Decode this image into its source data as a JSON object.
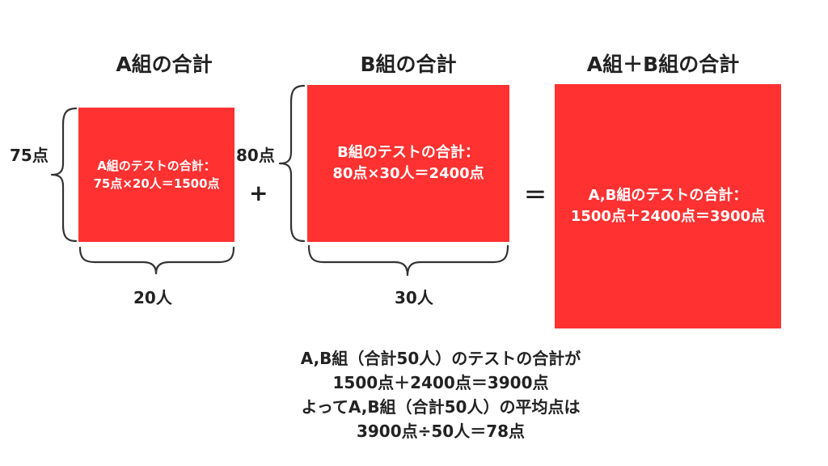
{
  "groupA": {
    "title": "A組の合計",
    "box_line1": "A組のテストの合計：",
    "box_line2": "75点×20人＝1500点",
    "height_label": "75点",
    "width_label": "20人"
  },
  "groupB": {
    "title": "B組の合計",
    "box_line1": "B組のテストの合計：",
    "box_line2": "80点×30人＝2400点",
    "height_label": "80点",
    "width_label": "30人"
  },
  "groupAB": {
    "title": "A組＋B組の合計",
    "box_line1": "A,B組のテストの合計：",
    "box_line2": "1500点＋2400点＝3900点"
  },
  "operators": {
    "plus": "+",
    "equals": "＝"
  },
  "summary": {
    "line1": "A,B組（合計50人）のテストの合計が",
    "line2": "1500点＋2400点＝3900点",
    "line3": "よってA,B組（合計50人）の平均点は",
    "line4": "3900点÷50人＝78点"
  },
  "colors": {
    "box": "#ff3131",
    "box_text": "#ffffff",
    "text": "#222222"
  }
}
